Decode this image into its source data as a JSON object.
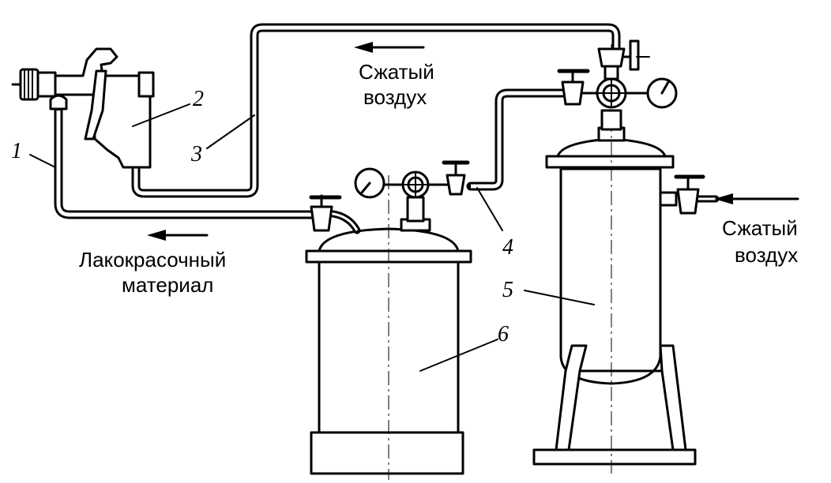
{
  "labels": {
    "air_top_line1": "Сжатый",
    "air_top_line2": "воздух",
    "air_right_line1": "Сжатый",
    "air_right_line2": "воздух",
    "paint_line1": "Лакокрасочный",
    "paint_line2": "материал"
  },
  "callouts": {
    "n1": "1",
    "n2": "2",
    "n3": "3",
    "n4": "4",
    "n5": "5",
    "n6": "6"
  },
  "colors": {
    "ink": "#000000",
    "paper": "#ffffff"
  }
}
